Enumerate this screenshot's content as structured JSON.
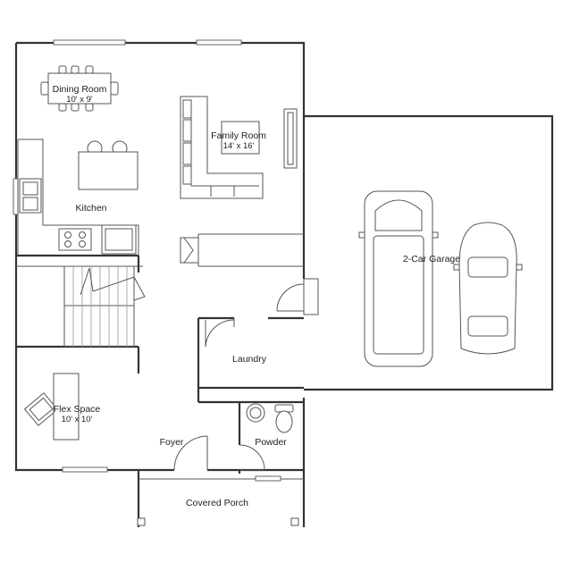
{
  "rooms": {
    "dining": {
      "name": "Dining Room",
      "size": "10' x 9'"
    },
    "family": {
      "name": "Family Room",
      "size": "14' x 16'"
    },
    "kitchen": {
      "name": "Kitchen"
    },
    "garage": {
      "name": "2-Car Garage"
    },
    "laundry": {
      "name": "Laundry"
    },
    "flex": {
      "name": "Flex Space",
      "size": "10' x 10'"
    },
    "foyer": {
      "name": "Foyer"
    },
    "powder": {
      "name": "Powder"
    },
    "porch": {
      "name": "Covered Porch"
    }
  },
  "colors": {
    "wall": "#333333",
    "fixture": "#555555",
    "background": "#ffffff"
  }
}
